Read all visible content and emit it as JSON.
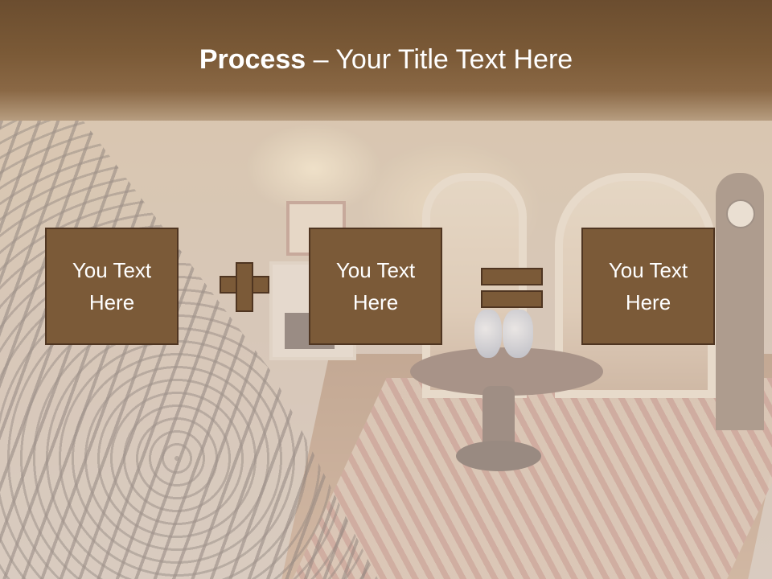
{
  "slide": {
    "title_bold": "Process",
    "title_rest": " – Your Title Text Here",
    "boxes": [
      {
        "text": "You Text\nHere"
      },
      {
        "text": "You Text\nHere"
      },
      {
        "text": "You Text\nHere"
      }
    ],
    "operators": [
      "plus-icon",
      "equals-icon"
    ],
    "colors": {
      "header": "#7b5a37",
      "box_fill": "#7b5a38",
      "box_border": "#4f3521",
      "text": "#ffffff"
    }
  }
}
